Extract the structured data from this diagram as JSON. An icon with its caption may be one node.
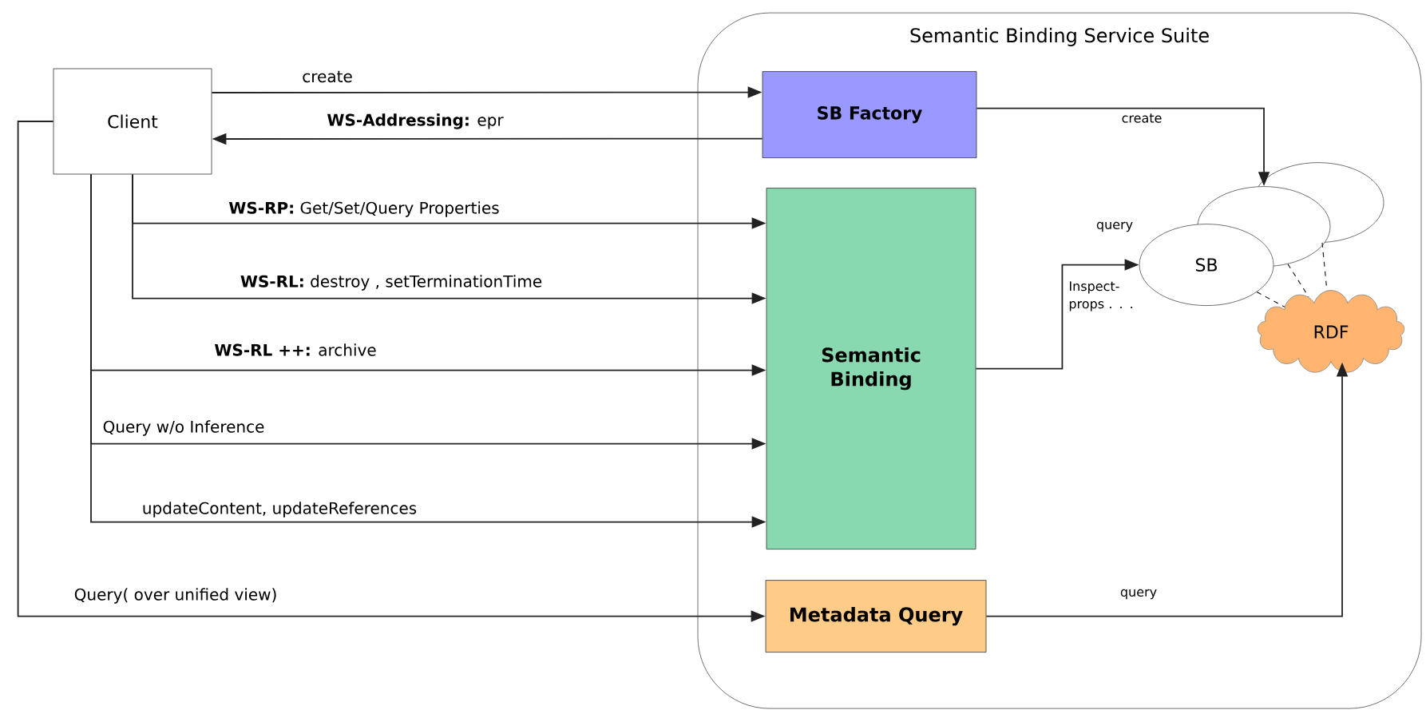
{
  "diagram": {
    "nodes": [
      {
        "text": [
          "Client"
        ]
      },
      {
        "text": [
          "Semantic Binding Service Suite"
        ]
      },
      {
        "text": [
          "SB Factory"
        ],
        "in": 1
      },
      {
        "text": [
          "Semantic Binding"
        ],
        "in": 1
      },
      {
        "text": [
          "Metadata Query"
        ],
        "in": 1
      },
      {
        "text": [],
        "shape": "ellipse",
        "in": 1
      },
      {
        "text": [],
        "shape": "ellipse",
        "in": 1
      },
      {
        "text": [
          "SB"
        ],
        "in": 1
      },
      {
        "text": [
          "RDF"
        ],
        "in": 1
      }
    ],
    "edges": [
      {
        "from": 0,
        "to": 2,
        "arrow": "to",
        "label": "create"
      },
      {
        "from": 2,
        "to": 0,
        "arrow": "to",
        "label": "**WS-Addressing:** epr"
      },
      {
        "from": 0,
        "to": 3,
        "arrow": "to",
        "label": "**WS-RP:**  Get/Set/Query Properties"
      },
      {
        "from": 0,
        "to": 3,
        "arrow": "to",
        "label": "**WS-RL:**   destroy , setTerminationTime"
      },
      {
        "from": 0,
        "to": 3,
        "arrow": "to",
        "label": "**WS-RL ++:**  archive"
      },
      {
        "from": 0,
        "to": 3,
        "arrow": "to",
        "label": "Query w/o Inference"
      },
      {
        "from": 0,
        "to": 3,
        "arrow": "to",
        "label": "updateContent, updateReferences"
      },
      {
        "from": 0,
        "to": 4,
        "arrow": "to",
        "label": "Query( over unified view)"
      },
      {
        "from": 2,
        "to": 6,
        "arrow": "to",
        "label": "create"
      },
      {
        "from": 3,
        "to": 7,
        "arrow": "to",
        "label": "query"
      },
      {
        "from": 4,
        "to": 8,
        "arrow": "to",
        "label": "query"
      },
      {
        "from": 7,
        "to": 8,
        "arrow": "none",
        "style": "dashed"
      },
      {
        "from": 6,
        "to": 8,
        "arrow": "none",
        "style": "dashed"
      },
      {
        "from": 5,
        "to": 8,
        "arrow": "none",
        "style": "dashed"
      }
    ],
    "labels": [
      "Inspect- props . . ."
    ]
  }
}
